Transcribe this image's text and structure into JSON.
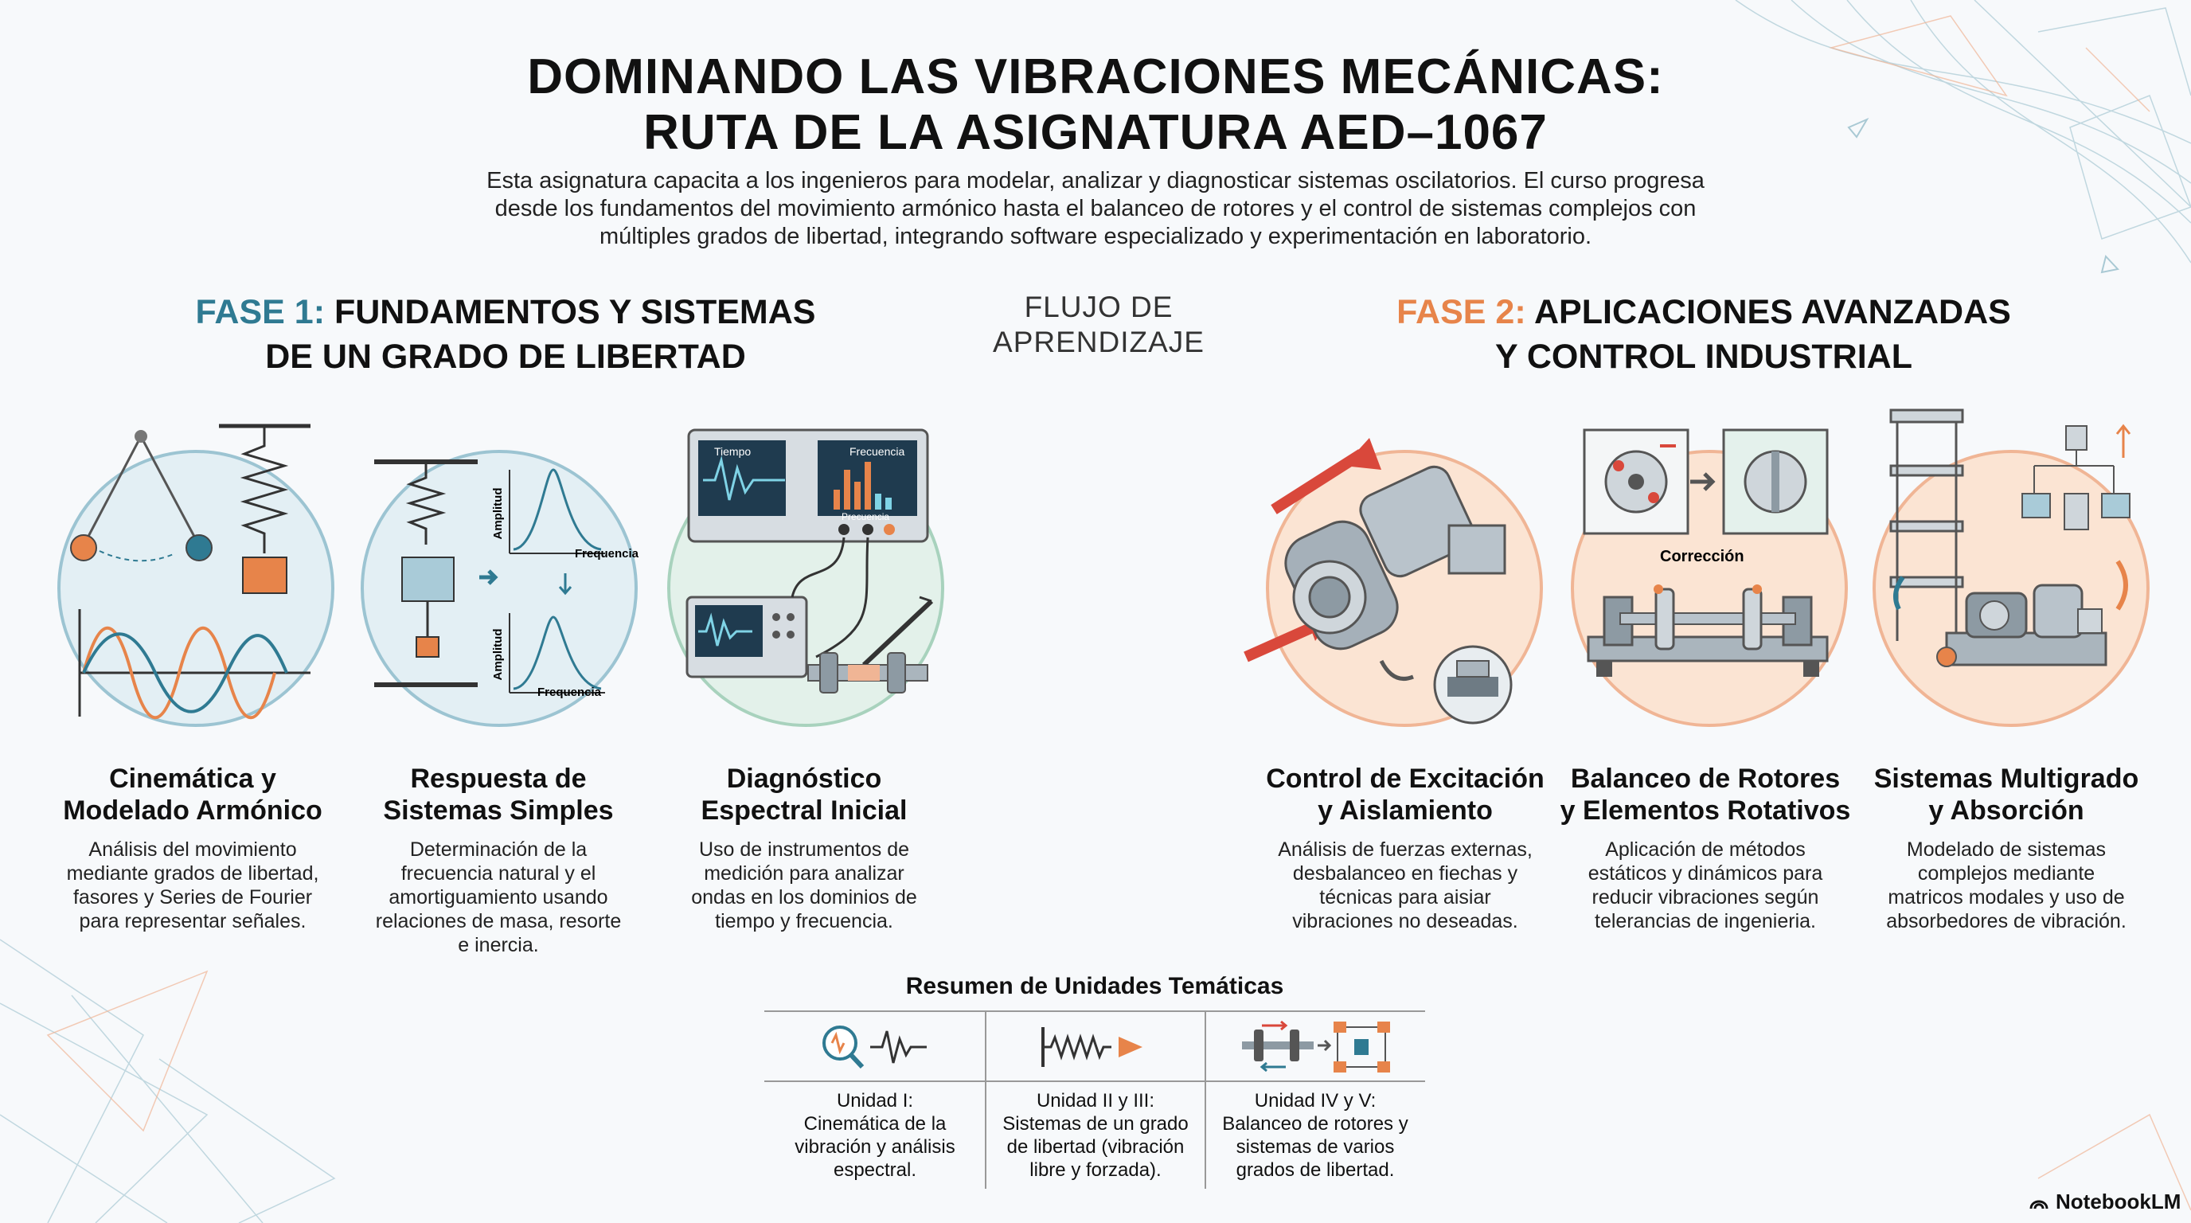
{
  "header": {
    "title_line1": "DOMINANDO LAS VIBRACIONES MECÁNICAS:",
    "title_line2": "RUTA DE LA ASIGNATURA AED–1067",
    "intro_line1": "Esta asignatura capacita a los ingenieros para modelar, analizar y diagnosticar sistemas oscilatorios. El curso progresa",
    "intro_line2": "desde los fundamentos del movimiento armónico hasta el balanceo de rotores y el control de sistemas complejos con",
    "intro_line3": "múltiples grados de libertad, integrando software especializado y experimentación en laboratorio."
  },
  "phase1": {
    "tag": "FASE 1:",
    "title_line1": " FUNDAMENTOS Y SISTEMAS",
    "title_line2": "DE UN GRADO DE LIBERTAD"
  },
  "flow": {
    "line1": "FLUJO DE",
    "line2": "APRENDIZAJE"
  },
  "phase2": {
    "tag": "FASE 2:",
    "title_line1": " APLICACIONES AVANZADAS",
    "title_line2": "Y CONTROL INDUSTRIAL"
  },
  "illustration_labels": {
    "amplitud": "Amplitud",
    "frequencia": "Frequencia",
    "tiempo": "Tiempo",
    "frecuencia": "Frecuencia",
    "precuencia": "Precuencia",
    "correccion": "Corrección"
  },
  "cards": [
    {
      "title": [
        "Cinemática y",
        "Modelado Armónico"
      ],
      "desc": [
        "Análisis del movimiento",
        "mediante grados de libertad,",
        "fasores y Series de Fourier",
        "para representar señales."
      ]
    },
    {
      "title": [
        "Respuesta de",
        "Sistemas Simples"
      ],
      "desc": [
        "Determinación de la",
        "frecuencia natural y el",
        "amortiguamiento usando",
        "relaciones de masa, resorte",
        "e inercia."
      ]
    },
    {
      "title": [
        "Diagnóstico",
        "Espectral Inicial"
      ],
      "desc": [
        "Uso de instrumentos de",
        "medición para analizar",
        "ondas en los dominios de",
        "tiempo y frecuencia."
      ]
    },
    {
      "title": [
        "Control de Excitación",
        "y Aislamiento"
      ],
      "desc": [
        "Análisis de fuerzas externas,",
        "desbalanceo en fiechas y",
        "técnicas para aisiar",
        "vibraciones no deseadas."
      ]
    },
    {
      "title": [
        "Balanceo de Rotores",
        "y Elementos Rotativos"
      ],
      "desc": [
        "Aplicación de métodos",
        "estáticos y dinámicos para",
        "reducir vibraciones según",
        "telerancias de ingenieria."
      ]
    },
    {
      "title": [
        "Sistemas Multigrado",
        "y Absorción"
      ],
      "desc": [
        "Modelado de sistemas",
        "complejos mediante",
        "matricos modales y uso de",
        "absorbedores de vibración."
      ]
    }
  ],
  "summary": {
    "title": "Resumen de Unidades Temáticas",
    "units": [
      {
        "icon": "magnifier-wave-icon",
        "lines": [
          "Unidad I:",
          "Cinemática de la",
          "vibración y análisis",
          "espectral."
        ]
      },
      {
        "icon": "spring-arrow-icon",
        "lines": [
          "Unidad II y III:",
          "Sistemas de un grado",
          "de libertad (vibración",
          "libre y forzada)."
        ]
      },
      {
        "icon": "rotor-network-icon",
        "lines": [
          "Unidad IV y V:",
          "Balanceo de rotores y",
          "sistemas de varios",
          "grados de libertad."
        ]
      }
    ]
  },
  "brand": {
    "name": "NotebookLM"
  },
  "colors": {
    "teal": "#2f7a92",
    "orange": "#e7844a",
    "teal_circle": "#e3eff4",
    "orange_circle": "#fbe4d3"
  }
}
